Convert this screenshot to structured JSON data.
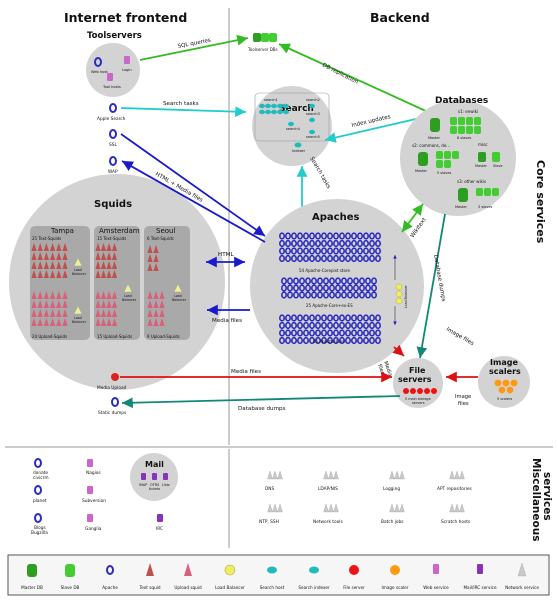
{
  "headings": {
    "internet_frontend": "Internet frontend",
    "backend": "Backend",
    "core_services": "Core services",
    "misc_services_1": "Miscellaneous",
    "misc_services_2": "services"
  },
  "toolservers": {
    "title": "Toolservers",
    "web_host": "Web host",
    "login": "Login",
    "tool_hosts": "Tool hosts",
    "dbs": "Toolserver DBs"
  },
  "front_nodes": {
    "apple_search": "Apple Search",
    "ssl": "SSL",
    "wap": "WAP",
    "media_upload": "Media Upload",
    "static_dumps": "Static dumps"
  },
  "search": {
    "title": "Search",
    "search1": "search1",
    "search2": "search2",
    "search3": "search3",
    "search4": "search4",
    "search5": "search5",
    "indexer": "Indexer"
  },
  "databases": {
    "title": "Databases",
    "s1": "s1: enwiki",
    "s2": "s2: commons, de...",
    "s3": "s3: other wikis",
    "misc": "misc",
    "master": "Master",
    "slaves8": "8 slaves",
    "slaves5": "5 slaves",
    "slaves3": "3 slaves",
    "slave": "Slave"
  },
  "squids": {
    "title": "Squids",
    "tampa": "Tampa",
    "amsterdam": "Amsterdam",
    "seoul": "Seoul",
    "tampa_text": "25 Text-Squids",
    "tampa_upload": "24 Upload-Squids",
    "ams_text": "15 Text-Squids",
    "ams_upload": "15 Upload-Squids",
    "seoul_text": "6 Text-Squids",
    "seoul_upload": "9 Upload-Squids",
    "lb1": "Load",
    "lb2": "Balancer"
  },
  "apaches": {
    "title": "Apaches",
    "a1": "54 Apache-Corepixt store",
    "a2": "25 Apache-Core+ex-ES",
    "a3": "65 Apache-Core",
    "lb": "Load Balancer"
  },
  "fileservers": {
    "title1": "File",
    "title2": "servers",
    "sub1": "5 main storage",
    "sub2": "servers"
  },
  "scalers": {
    "title1": "Image",
    "title2": "scalers",
    "sub": "5 scalers"
  },
  "arrows": {
    "sql": "SQL queries",
    "db_replication_1": "DB replication",
    "search_tasks": "Search tasks",
    "search_tasks_v": "Search tasks",
    "index_updates": "Index updates",
    "html_media": "HTML + Media files",
    "html": "HTML",
    "media_files": "Media files",
    "wikitext": "Wikitext",
    "db_dumps_v": "Database dumps",
    "image_files_diag": "Image files",
    "media_files_2a": "Media",
    "media_files_2b": "files",
    "media_files_3": "Media files",
    "image_files_2a": "Image",
    "image_files_2b": "files",
    "db_dumps_h": "Database dumps"
  },
  "misc": {
    "donate": "donate",
    "civicrm": "civicrm",
    "planet": "planet",
    "blogs": "Blogs",
    "bugzilla": "Bugzilla",
    "nagios": "Nagios",
    "subversion": "Subversion",
    "ganglia": "Ganglia",
    "mail": "Mail",
    "imap": "IMAP",
    "otrs1": "OTRS",
    "otrs2": "tickets",
    "lists": "Lists",
    "irc": "IRC",
    "dns": "DNS",
    "ldap": "LDAP/NIS",
    "logging": "Logging",
    "apt": "APT repositories",
    "ntp": "NTP, SSH",
    "nettools": "Network tools",
    "batch": "Batch jobs",
    "scratch": "Scratch hosts"
  },
  "legend": [
    {
      "label": "Master DB",
      "icon": "master-db-icon"
    },
    {
      "label": "Slave DB",
      "icon": "slave-db-icon"
    },
    {
      "label": "Apache",
      "icon": "apache-icon"
    },
    {
      "label": "Text squid",
      "icon": "text-squid-icon"
    },
    {
      "label": "Upload squid",
      "icon": "upload-squid-icon"
    },
    {
      "label": "Load Balancer",
      "icon": "load-balancer-icon"
    },
    {
      "label": "Search host",
      "icon": "search-host-icon"
    },
    {
      "label": "Search indexer",
      "icon": "search-indexer-icon"
    },
    {
      "label": "File server",
      "icon": "file-server-icon"
    },
    {
      "label": "Image scaler",
      "icon": "image-scaler-icon"
    },
    {
      "label": "Web service",
      "icon": "web-service-icon"
    },
    {
      "label": "Mail/IRC service",
      "icon": "mail-irc-service-icon"
    },
    {
      "label": "Network service",
      "icon": "network-service-icon"
    }
  ],
  "colors": {
    "green": "#33bb22",
    "cyan": "#22cccc",
    "blue": "#1a1acc",
    "red": "#dd1111",
    "teal": "#118877",
    "circle": "#d3d3d3",
    "region": "#a9a9a9"
  }
}
